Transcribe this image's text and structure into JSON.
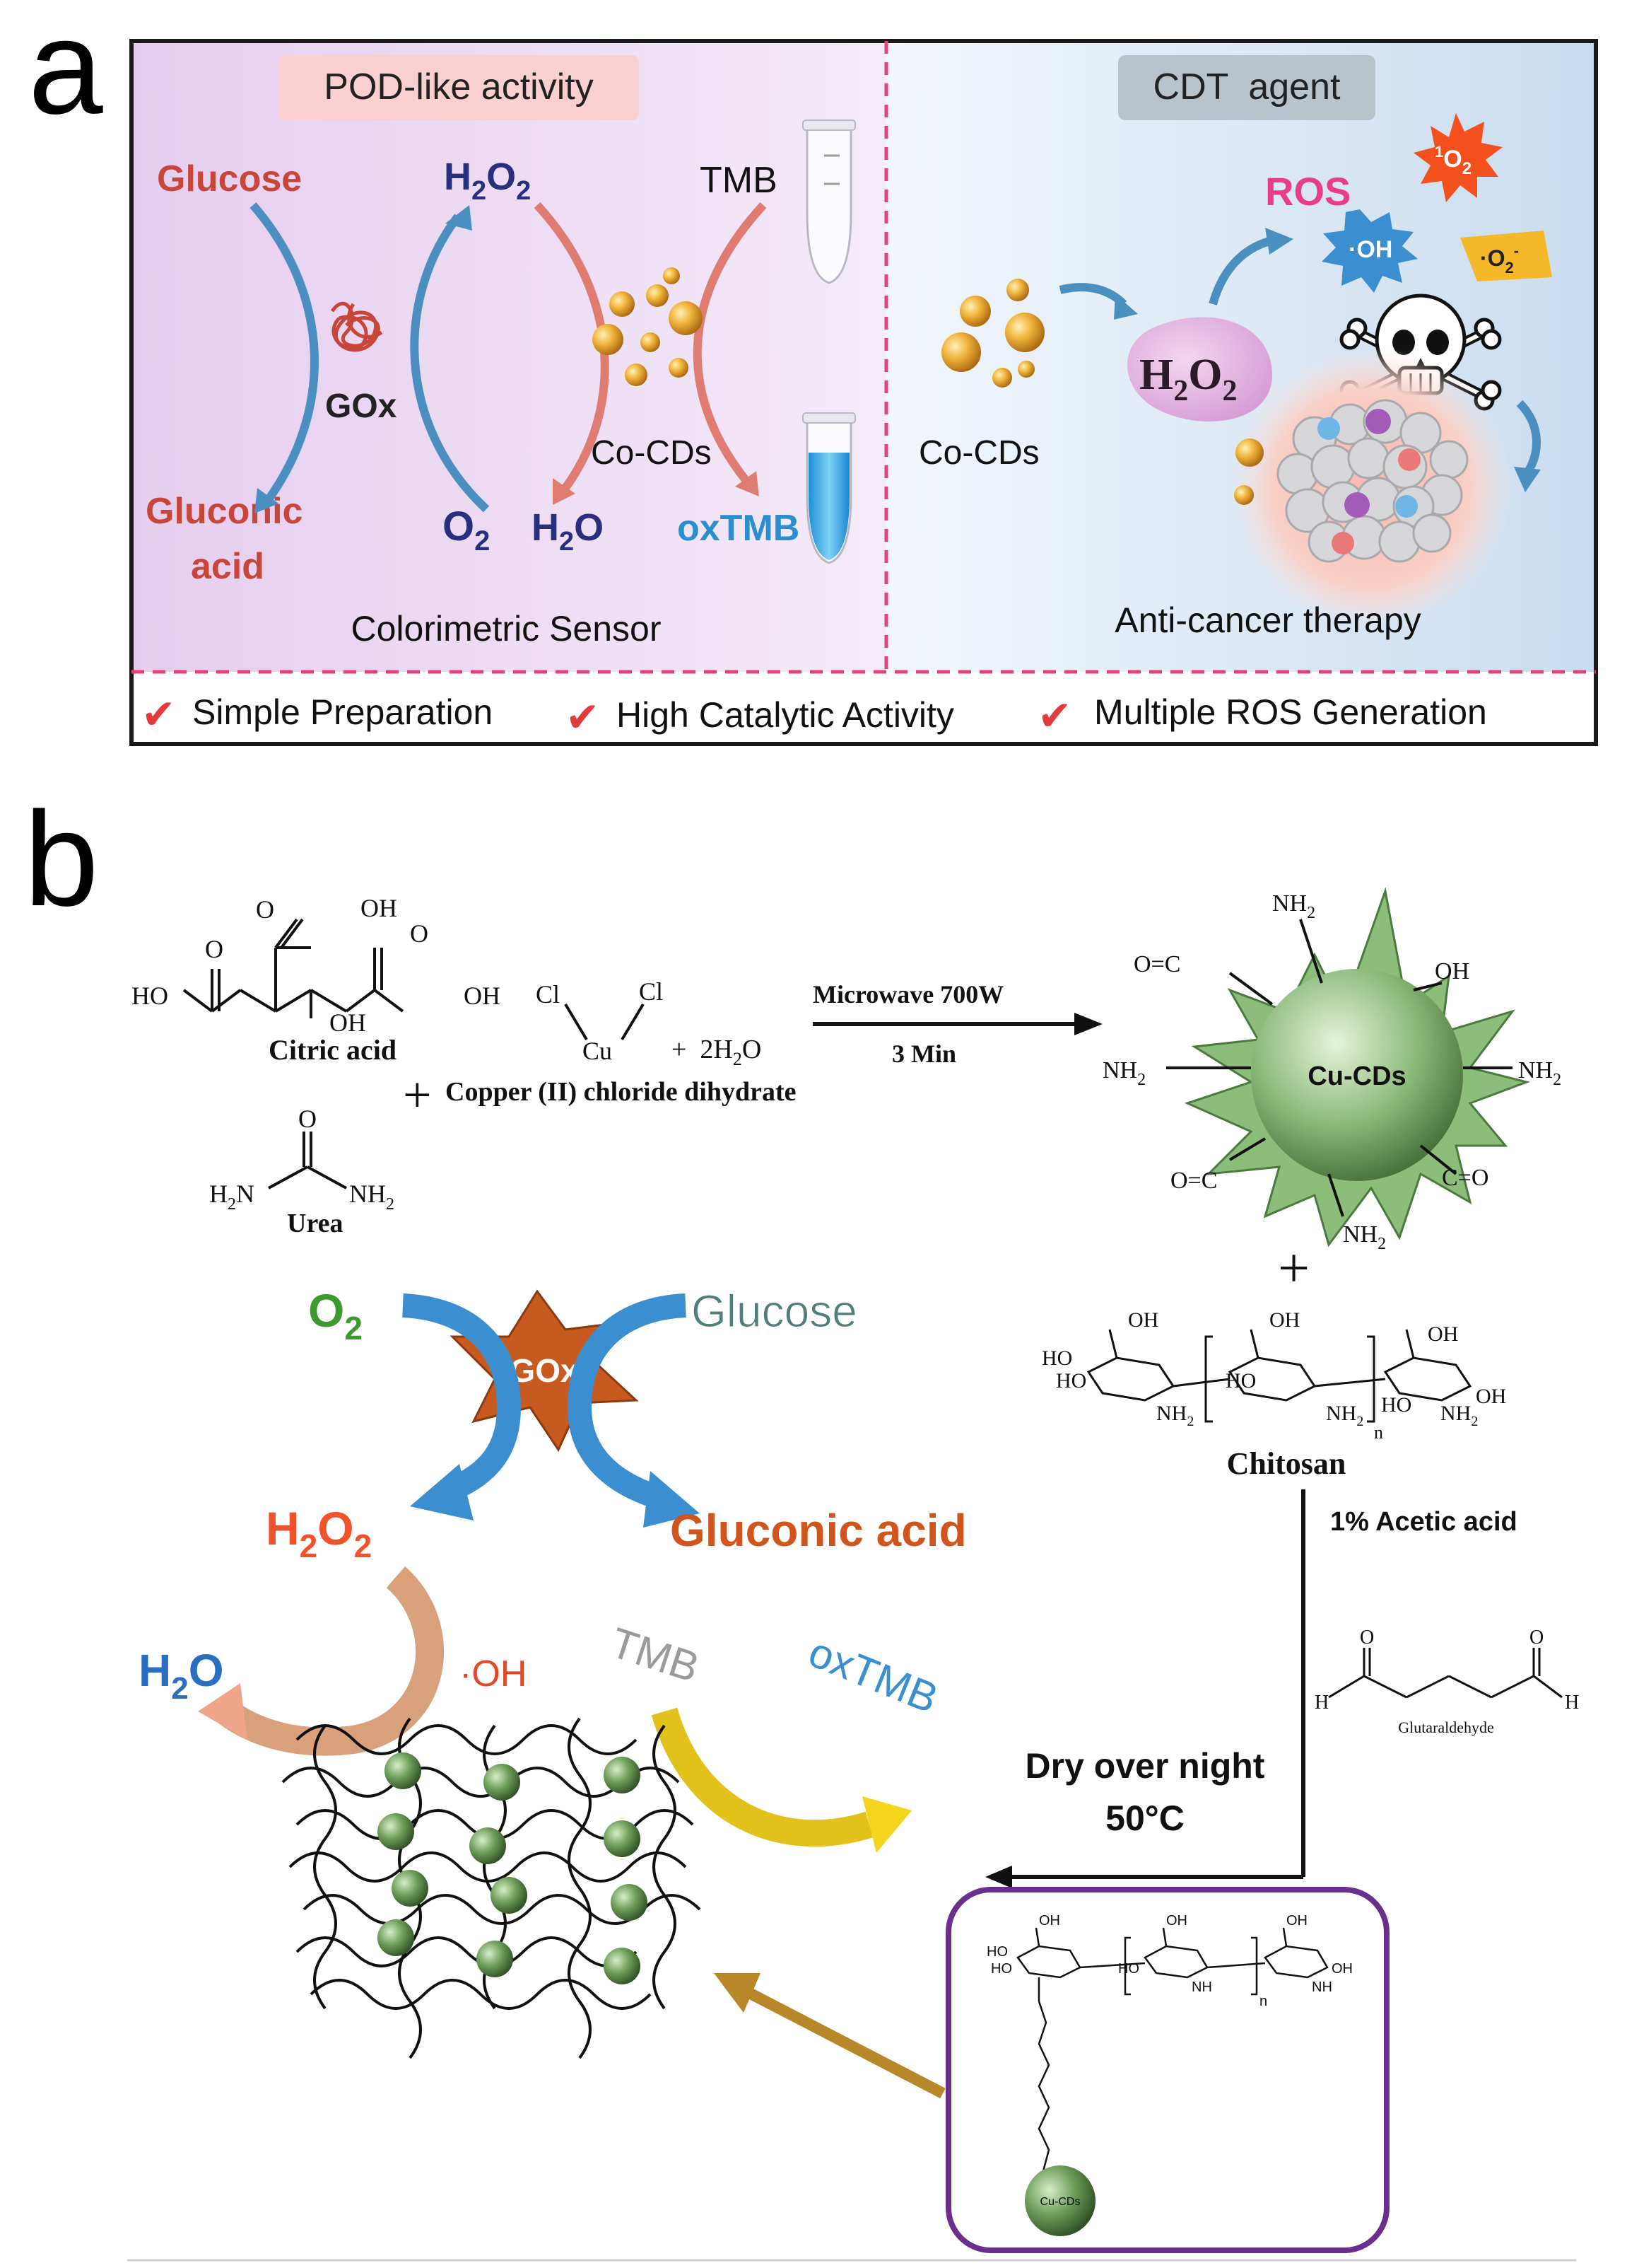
{
  "panel_a": {
    "letter": "a",
    "pod_badge": "POD-like activity",
    "cdt_badge": "CDT  agent",
    "glucose": "Glucose",
    "gluconic_1": "Gluconic",
    "gluconic_2": "acid",
    "h2o2_left": "H",
    "sub2": "2",
    "o_letter": "O",
    "tmb": "TMB",
    "gox": "GOx",
    "co_cds": "Co-CDs",
    "o2": "O",
    "h2o_h": "H",
    "h2o_o": "O",
    "oxtmb": "oxTMB",
    "sensor": "Colorimetric Sensor",
    "ros": "ROS",
    "singlet_sup": "1",
    "singlet_o": "O",
    "oh_radical": "·OH",
    "superoxide": "·O",
    "superoxide_sup": "-",
    "h2o2_drop": "H",
    "therapy": "Anti-cancer therapy",
    "features": [
      "Simple Preparation",
      "High Catalytic Activity",
      "Multiple ROS Generation"
    ],
    "check_mark": "✔"
  },
  "panel_b": {
    "letter": "b",
    "citric_acid": "Citric acid",
    "oh": "OH",
    "ho": "HO",
    "o": "O",
    "cl": "Cl",
    "cu": "Cu",
    "plus_water": "+  2H",
    "water_o": "O",
    "copper_chloride": "Copper (II) chloride dihydrate",
    "plus": "+",
    "urea": "Urea",
    "h2n": "H",
    "nh2": "NH",
    "microwave": "Microwave 700W",
    "time": "3 Min",
    "cu_cds": "Cu-CDs",
    "oc": "O=C",
    "co": "C=O",
    "chitosan": "Chitosan",
    "n_sub": "n",
    "acetic": "1% Acetic acid",
    "glutaraldehyde": "Glutaraldehyde",
    "h": "H",
    "dry_1": "Dry over night",
    "dry_2": "50°C",
    "o2": "O",
    "glucose": "Glucose",
    "gox": "GOx",
    "h2o2": "H",
    "gluconic": "Gluconic acid",
    "h2o": "H",
    "oh_rad": "·OH",
    "tmb": "TMB",
    "oxtmb": "oxTMB",
    "cu_cds_small": "Cu-CDs",
    "nh_small": "NH"
  },
  "colors": {
    "panel_a_left_bg": "#ead7f2",
    "panel_a_right_bg": "#dde9f6",
    "dashed_pink": "#e0447e",
    "pod_badge_bg": "#f9cfd0",
    "cdt_badge_bg": "#b9c3cc",
    "glucose_red": "#c8453a",
    "h2o2_navy": "#2a2f7d",
    "ros_pink": "#e83e86",
    "oxtmb_blue": "#2a8fd0",
    "gox_orange": "#d9661f",
    "frame_purple": "#6a2f8e",
    "bead_green": "#5e8c4c"
  }
}
